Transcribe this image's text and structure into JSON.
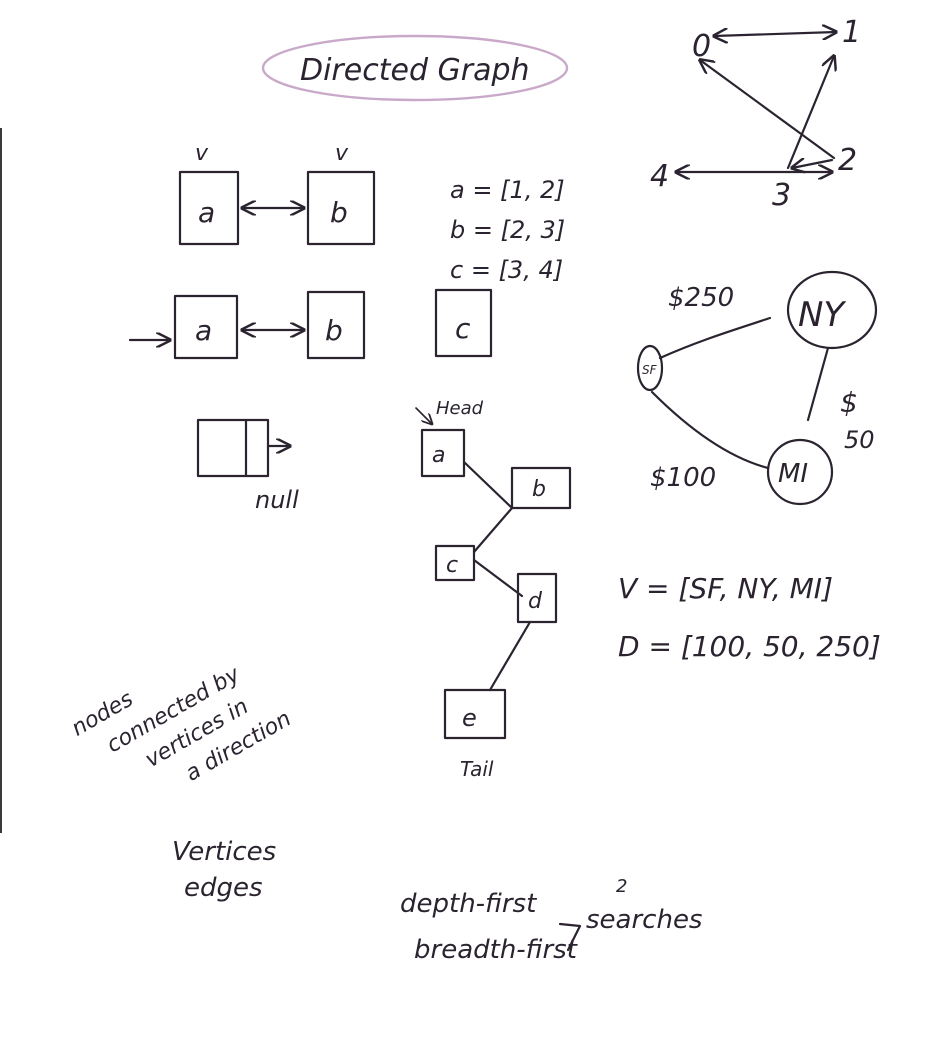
{
  "title": "Directed Graph",
  "linked_list": {
    "pointer_label": "v",
    "node_a": "a",
    "node_b": "b",
    "node_c": "c",
    "null_label": "null",
    "arrays": [
      "a = [1, 2]",
      "b = [2, 3]",
      "c = [3, 4]"
    ]
  },
  "tree": {
    "head_label": "Head",
    "tail_label": "Tail",
    "nodes": [
      "a",
      "b",
      "c",
      "d",
      "e"
    ]
  },
  "directed_graph": {
    "vertices": [
      "0",
      "1",
      "2",
      "3",
      "4"
    ]
  },
  "weighted_graph": {
    "nodes": [
      "SF",
      "NY",
      "MI"
    ],
    "weights": [
      "$250",
      "$",
      "50",
      "$100"
    ]
  },
  "arrays_vd": {
    "v_line": "V = [SF, NY, MI]",
    "d_line": "D = [100, 50, 250]"
  },
  "notes": {
    "definition": [
      "nodes",
      "connected by",
      "vertices in",
      "a direction"
    ],
    "terms": [
      "Vertices",
      "edges"
    ],
    "search_types": [
      "depth-first",
      "breadth-first"
    ],
    "search_count": "2",
    "search_label": "searches"
  }
}
